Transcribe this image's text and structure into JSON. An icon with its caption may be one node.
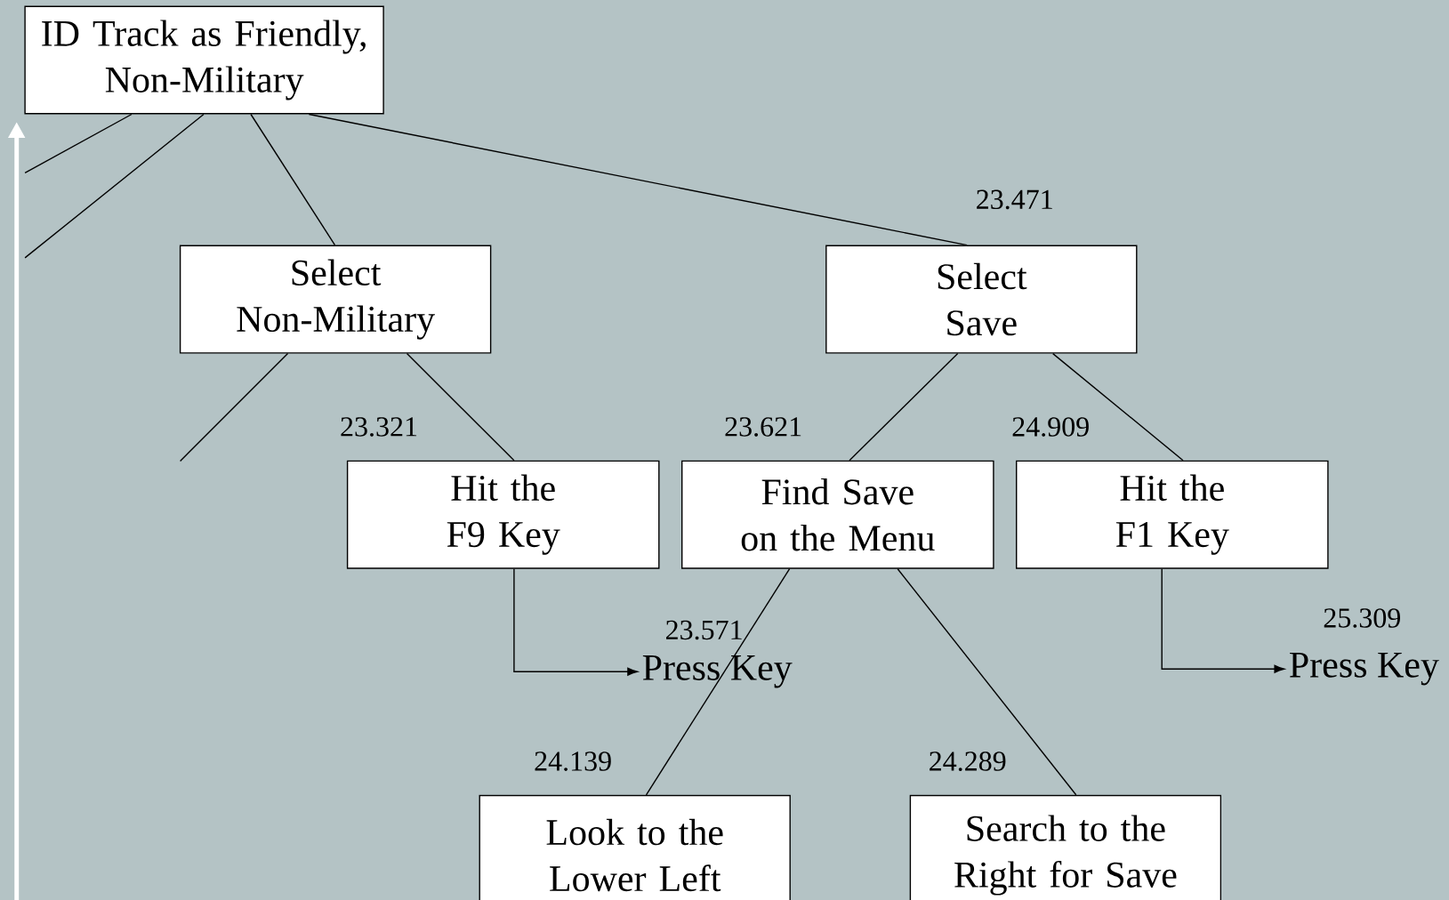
{
  "diagram": {
    "nodes": [
      {
        "text": [
          "ID Track as Friendly, Non-Military"
        ]
      },
      {
        "text": [
          "Select Non-Military"
        ]
      },
      {
        "text": [
          "Select Save"
        ],
        "beside": [
          "23.471"
        ]
      },
      {
        "text": [
          "Hit the F9 Key"
        ],
        "beside": [
          "23.321"
        ]
      },
      {
        "text": [
          "Find Save on the Menu"
        ],
        "beside": [
          "23.621"
        ]
      },
      {
        "text": [
          "Hit the F1 Key"
        ],
        "beside": [
          "24.909"
        ]
      },
      {
        "text": [
          "Press Key"
        ],
        "beside": [
          "23.571"
        ]
      },
      {
        "text": [
          "Press Key"
        ],
        "beside": [
          "25.309"
        ]
      },
      {
        "text": [
          "Look to the Lower Left"
        ],
        "beside": [
          "24.139"
        ]
      },
      {
        "text": [
          "Search to the Right for Save"
        ],
        "beside": [
          "24.289"
        ]
      }
    ],
    "edges": [
      {
        "from": 0,
        "to": null,
        "arrow": "none"
      },
      {
        "from": 0,
        "to": null,
        "arrow": "none"
      },
      {
        "from": 0,
        "to": 1,
        "arrow": "none"
      },
      {
        "from": 0,
        "to": 2,
        "arrow": "none"
      },
      {
        "from": 1,
        "to": null,
        "arrow": "none"
      },
      {
        "from": 1,
        "to": 3,
        "arrow": "none"
      },
      {
        "from": 2,
        "to": 4,
        "arrow": "none"
      },
      {
        "from": 2,
        "to": 5,
        "arrow": "none"
      },
      {
        "from": 3,
        "to": 6,
        "arrow": "to"
      },
      {
        "from": 4,
        "to": 8,
        "arrow": "none"
      },
      {
        "from": 4,
        "to": 9,
        "arrow": "none"
      },
      {
        "from": 5,
        "to": 7,
        "arrow": "to"
      }
    ]
  }
}
